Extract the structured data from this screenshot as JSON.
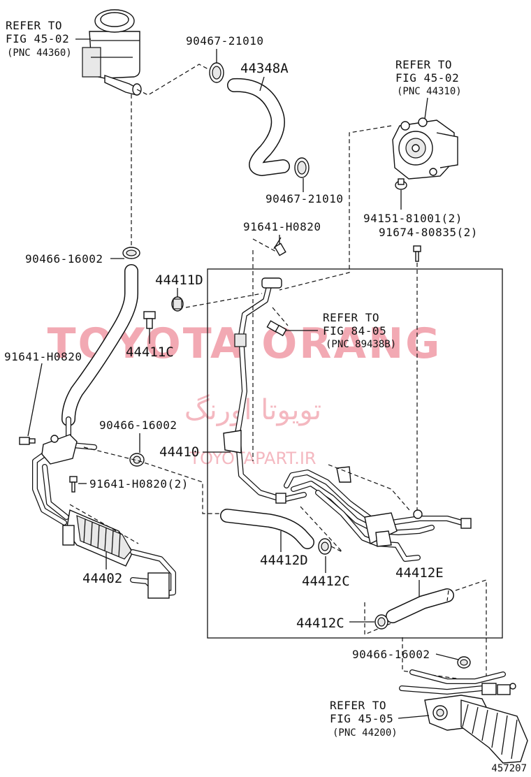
{
  "watermark": {
    "main": "TOYOTA ORANG",
    "farsi": "تویوتا اورنگ",
    "site": "TOYOTAPART.IR"
  },
  "refs": {
    "reservoir": {
      "line1": "REFER TO",
      "line2": "FIG 45-02",
      "line3": "(PNC 44360)"
    },
    "pump": {
      "line1": "REFER TO",
      "line2": "FIG 45-02",
      "line3": "(PNC 44310)"
    },
    "sensor": {
      "line1": "REFER TO",
      "line2": "FIG 84-05",
      "line3": "(PNC 89438B)"
    },
    "gear": {
      "line1": "REFER TO",
      "line2": "FIG 45-05",
      "line3": "(PNC 44200)"
    }
  },
  "labels": {
    "clamp_top_left": "90467-21010",
    "hose_44348A": "44348A",
    "clamp_top_right": "90467-21010",
    "bolt_94151": "94151-81001(2)",
    "bolt_91674": "91674-80835(2)",
    "bolt_91641_top": "91641-H0820",
    "clamp_90466_left": "90466-16002",
    "part_44411D": "44411D",
    "part_44411C": "44411C",
    "bolt_91641_left": "91641-H0820",
    "clamp_90466_mid": "90466-16002",
    "part_44410": "44410",
    "bolt_91641_pair": "91641-H0820(2)",
    "part_44412D": "44412D",
    "part_44412C_upper": "44412C",
    "part_44412E": "44412E",
    "part_44412C_lower": "44412C",
    "part_44402": "44402",
    "clamp_90466_bottom": "90466-16002"
  },
  "figure_number": "457207"
}
